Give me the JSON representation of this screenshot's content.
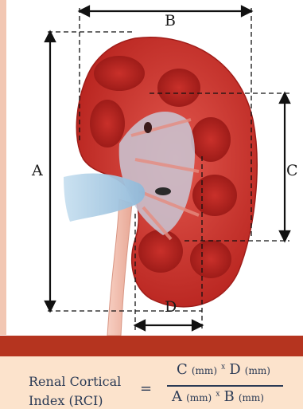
{
  "labels": {
    "a": "A",
    "b": "B",
    "c": "C",
    "d": "D"
  },
  "formula": {
    "name_line1": "Renal Cortical",
    "name_line2": "Index (RCI)",
    "equals": "=",
    "numerator": {
      "c": "C",
      "c_unit": "(mm)",
      "times": "x",
      "d": "D",
      "d_unit": "(mm)"
    },
    "denominator": {
      "a": "A",
      "a_unit": "(mm)",
      "times": "x",
      "b": "B",
      "b_unit": "(mm)"
    }
  },
  "colors": {
    "band": "#b5341f",
    "formula_background": "#fce3cc",
    "formula_text": "#2a3a55",
    "kidney_cortex": "#c9302a",
    "kidney_outer": "#d9554a",
    "ureter": "#f0b8a8",
    "renal_vein": "#a9cde6"
  }
}
